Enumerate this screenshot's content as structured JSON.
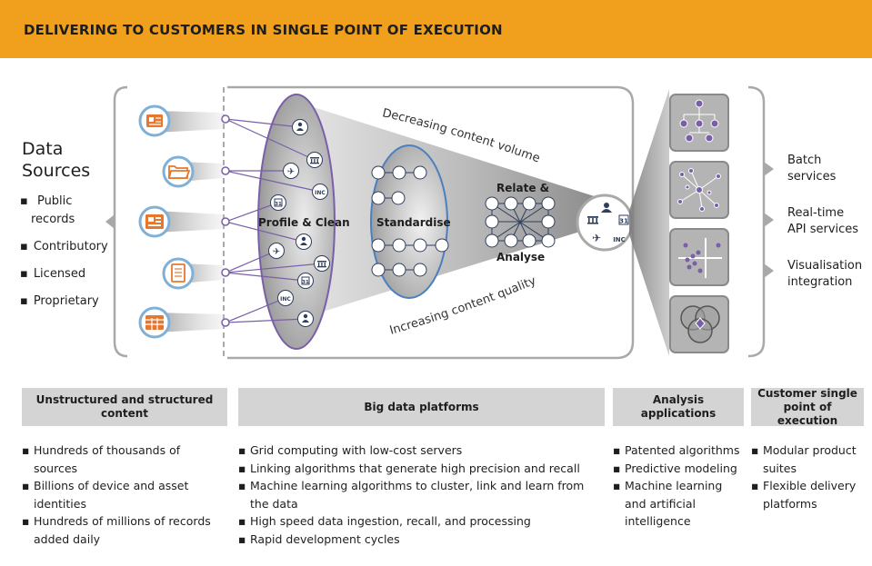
{
  "header": {
    "title": "DELIVERING TO CUSTOMERS IN SINGLE POINT OF EXECUTION"
  },
  "data_sources": {
    "title_line1": "Data",
    "title_line2": "Sources",
    "items": [
      {
        "line1": "Public",
        "line2": "records"
      },
      {
        "line1": "Contributory"
      },
      {
        "line1": "Licensed"
      },
      {
        "line1": "Proprietary"
      }
    ]
  },
  "funnel": {
    "decreasing_label": "Decreasing content volume",
    "increasing_label": "Increasing content quality",
    "stages": [
      {
        "label": "Profile & Clean"
      },
      {
        "label": "Standardise"
      },
      {
        "label_line1": "Relate &",
        "label_line2": "Analyse"
      }
    ],
    "icon_labels": {
      "inc": "INC",
      "calendar_day": "31"
    }
  },
  "outputs": [
    {
      "line1": "Batch",
      "line2": "services"
    },
    {
      "line1": "Real-time",
      "line2": "API services"
    },
    {
      "line1": "Visualisation",
      "line2": "integration"
    }
  ],
  "columns": [
    {
      "header": "Unstructured and structured content",
      "bullets": [
        "Hundreds of thousands of sources",
        "Billions of device and asset identities",
        "Hundreds of millions of records added daily"
      ]
    },
    {
      "header": "Big data platforms",
      "bullets": [
        "Grid computing with low-cost servers",
        "Linking algorithms that generate high precision and recall",
        "Machine learning algorithms to cluster, link and learn from the data",
        "High speed data ingestion, recall, and processing",
        "Rapid development cycles"
      ]
    },
    {
      "header": "Analysis applications",
      "bullets": [
        "Patented algorithms",
        "Predictive modeling",
        "Machine learning and artificial intelligence"
      ]
    },
    {
      "header": "Customer single point of execution",
      "bullets": [
        "Modular product suites",
        "Flexible delivery platforms"
      ]
    }
  ],
  "colors": {
    "header_orange": "#f0a01c",
    "source_icon_orange": "#e8772e",
    "source_icon_ring": "#7fb0d6",
    "link_purple": "#7a5fa8",
    "standardise_blue": "#4a7fc0",
    "band_gray": "#d4d4d4",
    "outline_gray": "#a9a9a9"
  }
}
